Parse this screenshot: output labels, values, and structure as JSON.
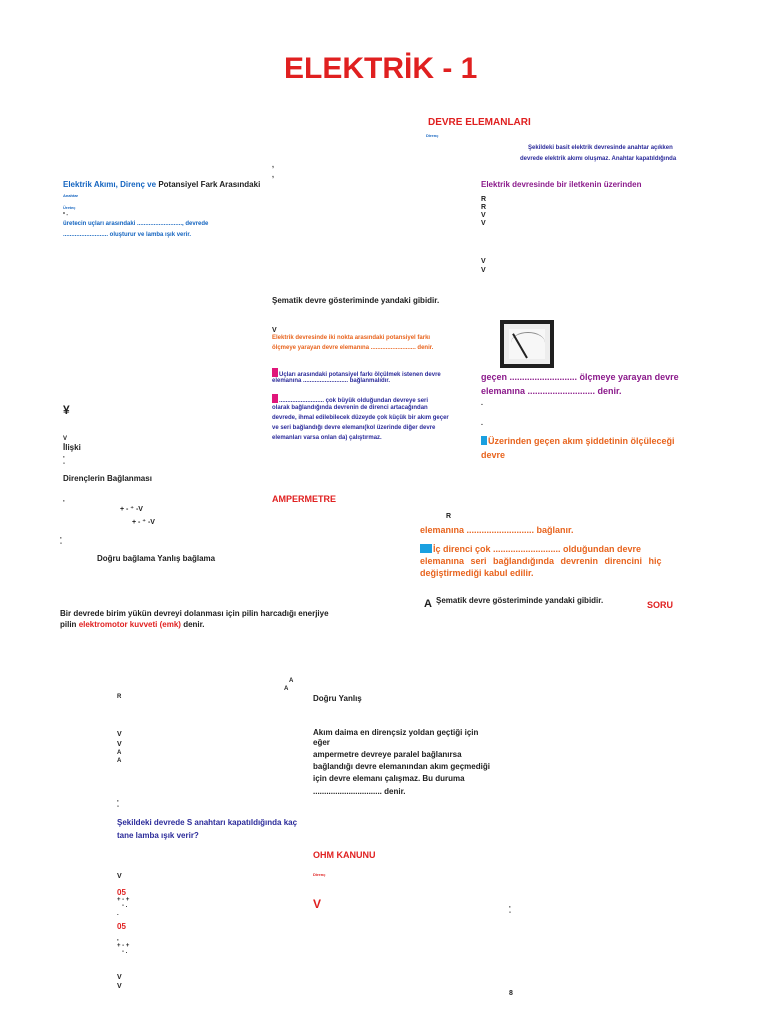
{
  "title": "ELEKTRİK - 1",
  "right_col": {
    "heading": "DEVRE ELEMANLARI",
    "small_direnc": "Direnç",
    "intro_l1": "Şekildeki basit elektrik devresinde anahtar açıkken",
    "intro_l2": "devrede elektrik akımı oluşmaz. Anahtar kapatıldığında",
    "iletken": "Elektrik devresinde bir iletkenin üzerinden",
    "r1": "R",
    "r2": "R",
    "v1": "V",
    "v2": "V",
    "v3": "V",
    "v4": "V",
    "gecen_l1": "geçen ........................... ölçmeye yarayan devre",
    "gecen_l2": "elemanına ........................... denir.",
    "dot1": ".",
    "dot2": ".",
    "uzerinden_l1": "Üzerinden geçen akım şiddetinin ölçüleceği",
    "uzerinden_l2": "devre",
    "r3": "R",
    "elemanina": "elemanına ........................... bağlanır.",
    "ic_l1": "İç direnci çok ........................... olduğundan devre",
    "ic_l2": "elemanına seri bağlandığında devrenin direncini hiç",
    "ic_l3": "değiştirmediği kabul edilir.",
    "sematik": "Şematik devre gösteriminde yandaki gibidir.",
    "a_mark": "A",
    "soru": "SORU"
  },
  "left_col": {
    "comma": ",",
    "heading_blue": "Elektrik Akımı, Direnç ve",
    "heading_dark": "Potansiyel Fark Arasındaki",
    "small_anahtar": "Anahtar",
    "small_uretec": "Üreteç",
    "small_stars": "* -",
    "uretec_l1": "üretecin uçları arasındaki ..........................., devrede",
    "uretec_l2": "........................... oluşturur ve lamba ışık verir.",
    "yen": "¥",
    "v_small": "V",
    "iliski": "İlişki",
    "dot_a": ",",
    "dot_b": "-",
    "direncler": "Dirençlerin Bağlanması",
    "dot_c": ",",
    "sym1": "+ - ⁺ -V",
    "sym2": "+ - ⁺ -V",
    "dot_d": ",",
    "dot_e": "-",
    "dogru_yanlis": "Doğru bağlama Yanlış bağlama",
    "emk_l1": "Bir devrede birim yükün devreyi dolanması için pilin harcadığı enerjiye",
    "emk_l2_a": "pilin",
    "emk_l2_b": "elektromotor kuvveti (emk)",
    "emk_l2_c": "denir."
  },
  "mid_col": {
    "comma": ",",
    "sematik": "Şematik devre gösteriminde yandaki gibidir.",
    "v": "V",
    "pot_l1": "Elektrik devresinde iki nokta arasındaki potansiyel farkı",
    "pot_l2": "ölçmeye yarayan devre elemanına ........................... denir.",
    "uclari_l1": "Uçları arasındaki potansiyel farkı ölçülmek istenen devre",
    "uclari_l2": "elemanına ........................... bağlanmalıdır.",
    "cok_l1": "........................... çok büyük olduğundan devreye seri",
    "cok_l2": "olarak bağlandığında devrenin de direnci artacağından",
    "cok_l3": "devrede, ihmal edilebilecek düzeyde çok küçük bir akım geçer",
    "cok_l4": "ve seri bağlandığı devre elemanı(kol üzerinde diğer devre",
    "cok_l5": "elemanları varsa onlan da) çalıştırmaz.",
    "ampermetre": "AMPERMETRE"
  },
  "lower": {
    "a1": "A",
    "a2": "A",
    "r": "R",
    "dogru_yanlis": "Doğru Yanlış",
    "v1": "V",
    "v2": "V",
    "a3": "A",
    "a4": "A",
    "akim_l1": "Akım daima en dirençsiz yoldan geçtiği için",
    "akim_l2": "eğer",
    "akim_l3": "ampermetre devreye paralel bağlanırsa",
    "akim_l4": "bağlandığı devre elemanından akım geçmediği",
    "akim_l5": "için devre elemanı çalışmaz. Bu duruma",
    "akim_l6": "............................... denir.",
    "dot1": ",",
    "dot2": "-",
    "soru_l1": "Şekildeki devrede S anahtarı kapatıldığında kaç",
    "soru_l2": "tane lamba ışık verir?",
    "ohm": "OHM KANUNU",
    "ohm_small": "Direnç",
    "v3": "V",
    "n1": "05",
    "pm1": "+ - +",
    "pm1b": "- .",
    "dot3": ".",
    "n2": "05",
    "dot4": ",",
    "pm2": "+ - +",
    "pm2b": "- .",
    "v4": "V",
    "v5": "V",
    "vbig": "V",
    "rdot1": ",",
    "rdot2": "-",
    "eight": "8"
  },
  "colors": {
    "title": "#e02020",
    "blue": "#1565c0",
    "navy": "#2b2b9a",
    "purple": "#8b1a8b",
    "orange": "#e8641e",
    "pink_marker": "#e0167a",
    "cyan_marker": "#1aa0e0"
  },
  "icons": [
    "voltmeter-image",
    "pink-marker",
    "cyan-marker"
  ]
}
